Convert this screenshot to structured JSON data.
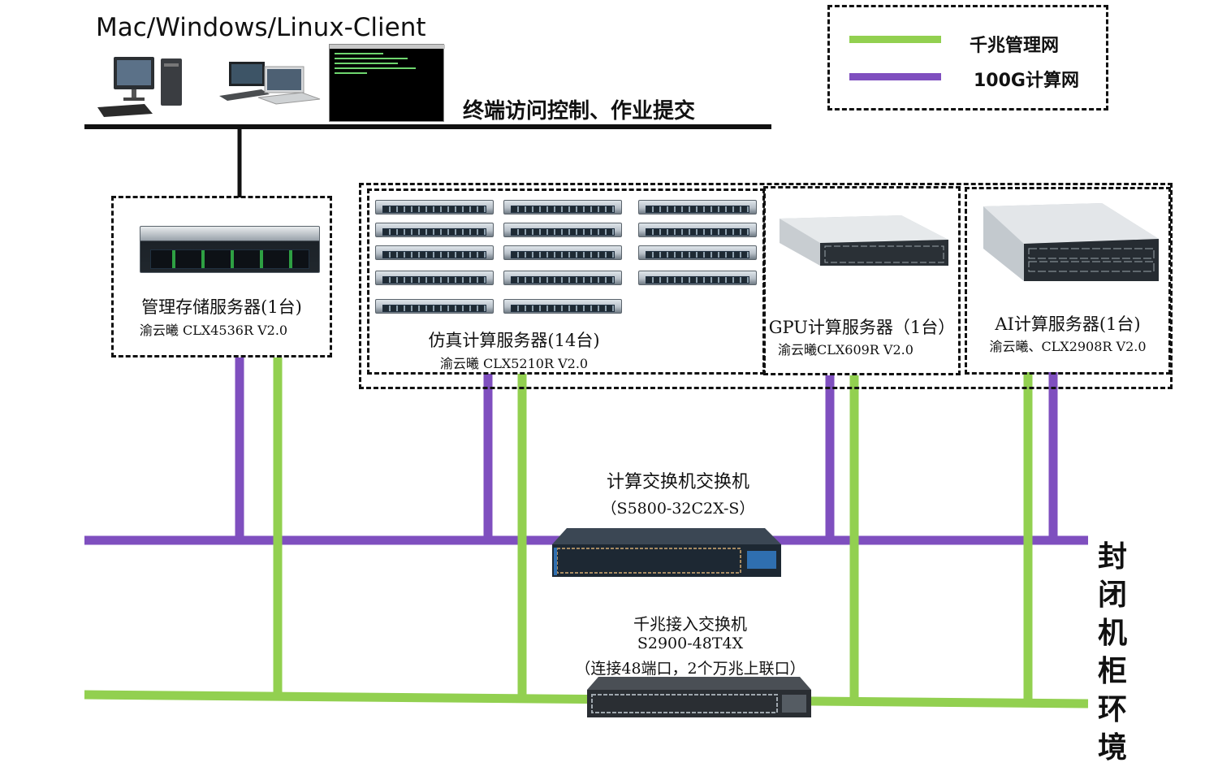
{
  "clients": {
    "title": "Mac/Windows/Linux-Client",
    "subtitle": "终端访问控制、作业提交",
    "icons": [
      "desktop-pc-icon",
      "laptops-icon",
      "terminal-window-icon"
    ]
  },
  "legend": {
    "items": [
      {
        "label": "千兆管理网",
        "color": "#92d050"
      },
      {
        "label": "100G计算网",
        "color": "#7f4fbf"
      }
    ]
  },
  "servers": {
    "storage": {
      "title": "管理存储服务器(1台)",
      "model": "渝云曦 CLX4536R V2.0"
    },
    "simulation": {
      "title": "仿真计算服务器(14台)",
      "model": "渝云曦 CLX5210R V2.0",
      "count": 14
    },
    "gpu": {
      "title": "GPU计算服务器（1台）",
      "model": "渝云曦CLX609R V2.0"
    },
    "ai": {
      "title": "AI计算服务器(1台)",
      "model": "渝云曦、CLX2908R V2.0"
    }
  },
  "switches": {
    "compute": {
      "title": "计算交换机交换机",
      "model": "（S5800-32C2X-S）"
    },
    "access": {
      "title": "千兆接入交换机",
      "model": "S2900-48T4X",
      "note": "（连接48端口，2个万兆上联口）"
    }
  },
  "environment": {
    "label": [
      "封",
      "闭",
      "机",
      "柜",
      "环",
      "境"
    ]
  },
  "colors": {
    "purple": "#7f4fbf",
    "green": "#92d050",
    "black": "#111111"
  }
}
